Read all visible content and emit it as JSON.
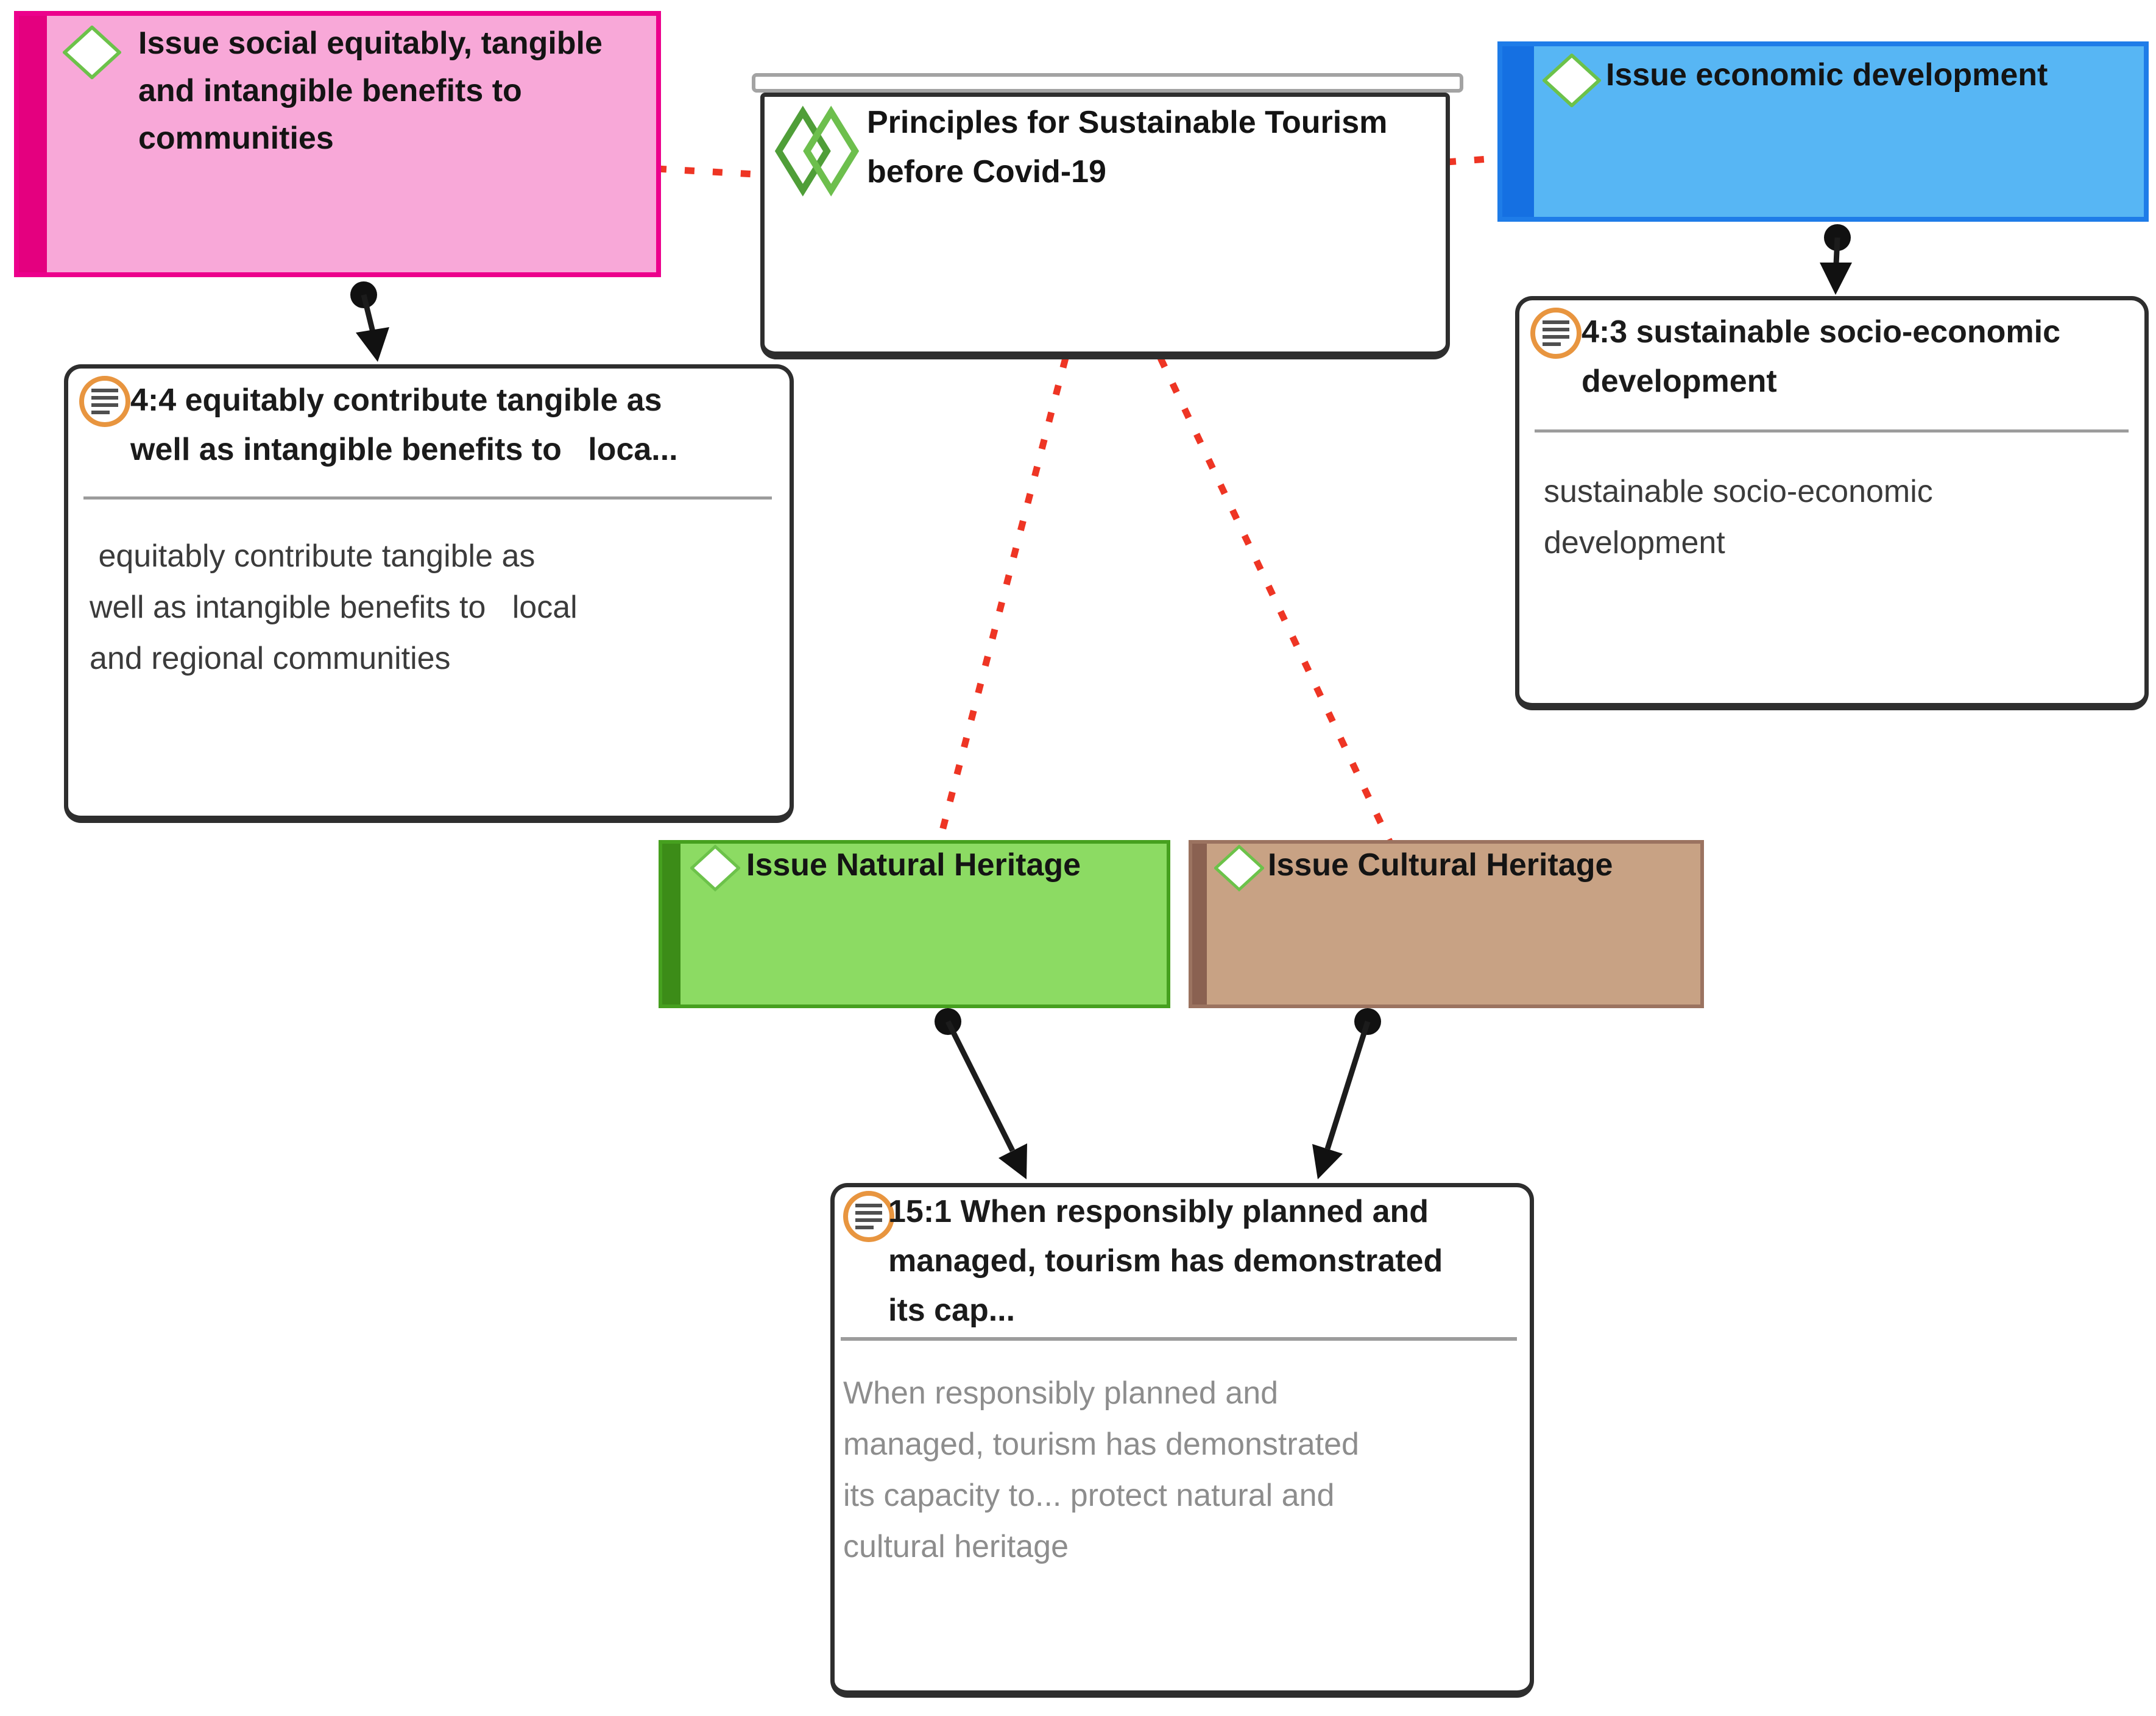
{
  "diagram": {
    "group_node": {
      "label": "Principles for Sustainable Tourism\nbefore Covid-19"
    },
    "codes": {
      "social": {
        "label": "Issue social equitably, tangible\nand intangible benefits to\ncommunities",
        "accent": "#ec008c",
        "fill": "#f8a8d8",
        "bar": "#e4007f"
      },
      "economic": {
        "label": "Issue economic development",
        "accent": "#1e7ce8",
        "fill": "#57b6f4",
        "bar": "#1570e2"
      },
      "natural": {
        "label": "Issue Natural Heritage",
        "accent": "#46a01f",
        "fill": "#8cdb63",
        "bar": "#3c8c18"
      },
      "cultural": {
        "label": "Issue Cultural Heritage",
        "accent": "#9b7360",
        "fill": "#c8a284",
        "bar": "#8a6151"
      }
    },
    "quotations": {
      "q4_4": {
        "title": "4:4 equitably contribute tangible as\nwell as intangible benefits to   loca...",
        "body": " equitably contribute tangible as\nwell as intangible benefits to   local\nand regional communities"
      },
      "q4_3": {
        "title": "4:3 sustainable socio-economic\ndevelopment",
        "body": "sustainable socio-economic\ndevelopment"
      },
      "q15_1": {
        "title": "15:1 When responsibly planned and\nmanaged, tourism has demonstrated\nits cap...",
        "body": "When responsibly planned and\nmanaged, tourism has demonstrated\nits capacity to... protect natural and\ncultural heritage"
      }
    },
    "link_colors": {
      "code_to_group": "#ee3524",
      "code_to_quotation": "#1c1c1c"
    },
    "icon_colors": {
      "diamond_stroke": "#6cc24a",
      "quotation_ring": "#e8953f",
      "quotation_lines": "#4f4f4f"
    }
  }
}
